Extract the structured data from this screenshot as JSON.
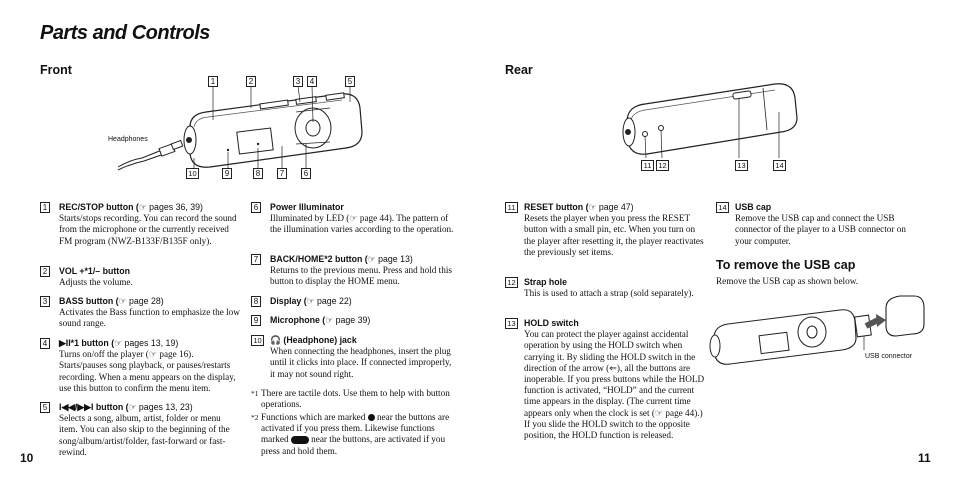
{
  "title": "Parts and Controls",
  "left_page": {
    "section": "Front",
    "page_number": "10",
    "headphones_label": "Headphones",
    "callouts_top": [
      "1",
      "2",
      "3",
      "4",
      "5"
    ],
    "callouts_bottom": [
      "10",
      "9",
      "8",
      "7",
      "6"
    ],
    "col1": [
      {
        "num": "1",
        "head": "REC/STOP button (",
        "ref": "☞ pages 36, 39)",
        "desc": "Starts/stops recording. You can record the sound from the microphone or the currently received FM program (NWZ-B133F/B135F only)."
      },
      {
        "num": "2",
        "head": "VOL +*1/– button",
        "ref": "",
        "desc": "Adjusts the volume."
      },
      {
        "num": "3",
        "head": "BASS button (",
        "ref": "☞ page 28)",
        "desc": "Activates the Bass function to emphasize the low sound range."
      },
      {
        "num": "4",
        "head": "▶II*1 button (",
        "ref": "☞ pages 13, 19)",
        "desc": "Turns on/off the player (☞ page 16). Starts/pauses song playback, or pauses/restarts recording. When a menu appears on the display, use this button to confirm the menu item."
      },
      {
        "num": "5",
        "head": "I◀◀/▶▶I button (",
        "ref": "☞ pages 13, 23)",
        "desc": "Selects a song, album, artist, folder or menu item. You can also skip to the beginning of the song/album/artist/folder, fast-forward or fast-rewind."
      }
    ],
    "col2": [
      {
        "num": "6",
        "head": "Power Illuminator",
        "ref": "",
        "desc": "Illuminated by LED (☞ page 44). The pattern of the illumination varies according to the operation."
      },
      {
        "num": "7",
        "head": "BACK/HOME*2 button (",
        "ref": "☞ page 13)",
        "desc": "Returns to the previous menu. Press and hold this button to display the HOME menu."
      },
      {
        "num": "8",
        "head": "Display (",
        "ref": "☞ page 22)",
        "desc": ""
      },
      {
        "num": "9",
        "head": "Microphone (",
        "ref": "☞ page 39)",
        "desc": ""
      },
      {
        "num": "10",
        "head": "🎧 (Headphone) jack",
        "ref": "",
        "desc": "When connecting the headphones, insert the plug until it clicks into place. If connected improperly, it may not sound right."
      }
    ],
    "footnote1_mark": "*1",
    "footnote1": "There are tactile dots. Use them to help with button operations.",
    "footnote2_mark": "*2",
    "footnote2_a": "Functions which are marked",
    "footnote2_b": "near the buttons are activated if you press them. Likewise functions marked",
    "footnote2_c": "near the buttons, are activated if you press and hold them."
  },
  "right_page": {
    "section": "Rear",
    "page_number": "11",
    "callouts": [
      "11",
      "12",
      "13",
      "14"
    ],
    "col1": [
      {
        "num": "11",
        "head": "RESET button (",
        "ref": "☞ page 47)",
        "desc": "Resets the player when you press the RESET button with a small pin, etc. When you turn on the player after resetting it, the player reactivates the previously set items."
      },
      {
        "num": "12",
        "head": "Strap hole",
        "ref": "",
        "desc": "This is used to attach a strap (sold separately)."
      },
      {
        "num": "13",
        "head": "HOLD switch",
        "ref": "",
        "desc": "You can protect the player against accidental operation by using the HOLD switch when carrying it. By sliding the HOLD switch in the direction of the arrow (⇐), all the buttons are inoperable. If you press buttons while the HOLD function is activated, “HOLD” and the current time appears in the display. (The current time appears only when the clock is set (☞ page 44).) If you slide the HOLD switch to the opposite position, the HOLD function is released."
      }
    ],
    "col2": [
      {
        "num": "14",
        "head": "USB cap",
        "ref": "",
        "desc": "Remove the USB cap and connect the USB connector of the player to a USB connector on your computer."
      }
    ],
    "remove_heading": "To remove the USB cap",
    "remove_text": "Remove the USB cap as shown below.",
    "usb_connector_label": "USB connector"
  }
}
